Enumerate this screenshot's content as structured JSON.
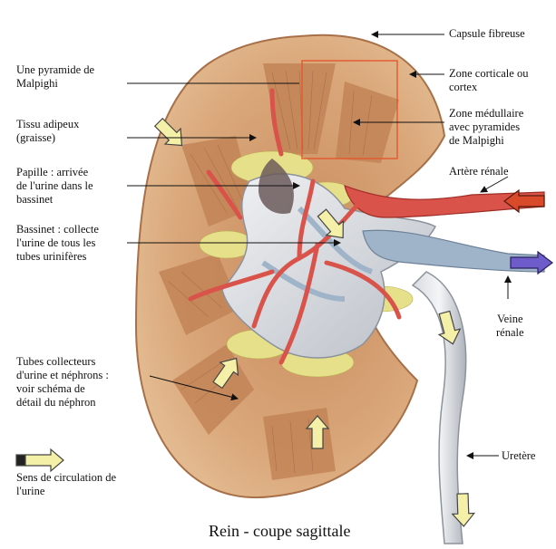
{
  "title": "Rein - coupe sagittale",
  "labels_left": {
    "pyramide": [
      "Une pyramide de",
      "Malpighi"
    ],
    "tissu": [
      "Tissu adipeux",
      "(graisse)"
    ],
    "papille": [
      "Papille : arrivée",
      "de l'urine dans le",
      "bassinet"
    ],
    "bassinet": [
      "Bassinet : collecte",
      "l'urine de tous les",
      "tubes urinifères"
    ],
    "tubes": [
      "Tubes collecteurs",
      "d'urine et néphrons :",
      "voir schéma de",
      "détail du néphron"
    ]
  },
  "labels_right": {
    "capsule": [
      "Capsule fibreuse"
    ],
    "corticale": [
      "Zone corticale ou",
      "cortex"
    ],
    "medullaire": [
      "Zone médullaire",
      "avec pyramides",
      "de Malpighi"
    ],
    "artere": [
      "Artère rénale"
    ],
    "veine": [
      "Veine",
      "rénale"
    ],
    "uretere": [
      "Uretère"
    ]
  },
  "legend": [
    "Sens de circulation de",
    "l'urine"
  ],
  "colors": {
    "cortex": "#d9a77a",
    "medulla": "#c8916a",
    "fat": "#e6e08a",
    "pelvis": "#d9dde3",
    "artery": "#d9534a",
    "vein": "#9fb4c8",
    "arrow_fill": "#f5f0a8",
    "artery_arrow": "#d84a2a",
    "vein_arrow": "#6d5cc9"
  }
}
